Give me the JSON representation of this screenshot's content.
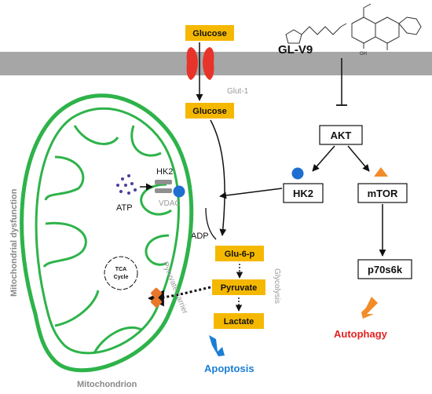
{
  "compound": {
    "name": "GL-V9",
    "structure_label_oh": "OH"
  },
  "membrane": {
    "transporter": "Glut-1"
  },
  "metabolites": {
    "glucose_out": "Glucose",
    "glucose_in": "Glucose",
    "glu6p": "Glu-6-p",
    "pyruvate": "Pyruvate",
    "lactate": "Lactate",
    "adp": "ADP",
    "atp": "ATP"
  },
  "pathway_labels": {
    "glycolysis": "Glycolysis",
    "pyruvate_carrier": "Pyruvate carrier",
    "vdac": "VDAC",
    "hk2_mito": "HK2"
  },
  "signaling": {
    "akt": "AKT",
    "hk2": "HK2",
    "mtor": "mTOR",
    "p70s6k": "p70s6k"
  },
  "outcomes": {
    "apoptosis": "Apoptosis",
    "autophagy": "Autophagy"
  },
  "mitochondrion": {
    "label": "Mitochondrion",
    "dysfunction": "Mitochondrial dysfunction",
    "tca_line1": "TCA",
    "tca_line2": "Cycle"
  },
  "colors": {
    "mito_green": "#2eb34a",
    "metabolite_box": "#f5b800",
    "membrane_gray": "#a6a6a6",
    "glut_red": "#e8332a",
    "hk2_blue": "#1f6fd1",
    "mtor_orange": "#f28c28",
    "apoptosis_blue": "#1a7fd4",
    "autophagy_red": "#e32222",
    "dots_purple": "#4b3f9c"
  }
}
